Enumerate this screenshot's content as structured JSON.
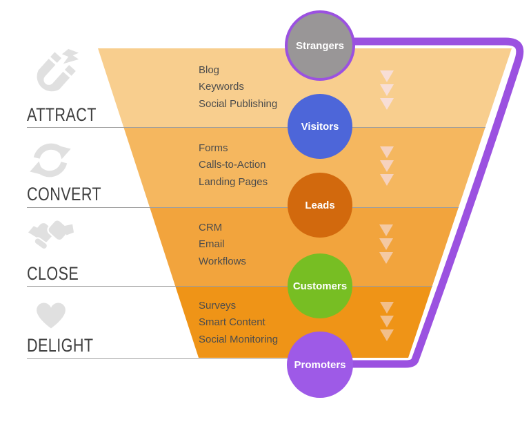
{
  "funnel": {
    "outline_color": "#9B51E0",
    "stages": [
      {
        "name": "ATTRACT",
        "icon": "magnet-icon",
        "color": "#F8CE8E",
        "arrow_color": "#F8DED6",
        "tools": [
          "Blog",
          "Keywords",
          "Social Publishing"
        ]
      },
      {
        "name": "CONVERT",
        "icon": "refresh-icon",
        "color": "#F5B75F",
        "arrow_color": "#F6D2BE",
        "tools": [
          "Forms",
          "Calls-to-Action",
          "Landing Pages"
        ]
      },
      {
        "name": "CLOSE",
        "icon": "handshake-icon",
        "color": "#F2A43D",
        "arrow_color": "#F4C9A2",
        "tools": [
          "CRM",
          "Email",
          "Workflows"
        ]
      },
      {
        "name": "DELIGHT",
        "icon": "heart-icon",
        "color": "#EF9417",
        "arrow_color": "#F2BF8B",
        "tools": [
          "Surveys",
          "Smart Content",
          "Social Monitoring"
        ]
      }
    ],
    "personas": [
      {
        "label": "Strangers",
        "color": "#999697",
        "border_color": "#9B51E0"
      },
      {
        "label": "Visitors",
        "color": "#4D66D9"
      },
      {
        "label": "Leads",
        "color": "#D2690D"
      },
      {
        "label": "Customers",
        "color": "#77BE23"
      },
      {
        "label": "Promoters",
        "color": "#9E5AE7"
      }
    ]
  }
}
